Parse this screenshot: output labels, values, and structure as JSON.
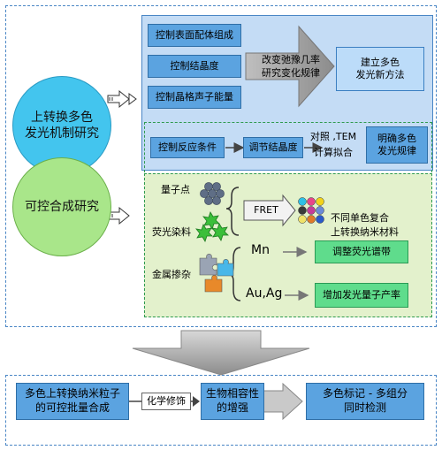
{
  "circles": {
    "top": "上转换多色\n发光机制研究",
    "bottom": "可控合成研究"
  },
  "blue_panel": {
    "item1": "控制表面配体组成",
    "item2": "控制结晶度",
    "item3": "控制晶格声子能量",
    "arrow_text": "改变弛豫几率\n研究变化规律",
    "result": "建立多色\n发光新方法",
    "row2_a": "控制反应条件",
    "row2_b": "调节结晶度",
    "row2_mid": "对照 ,TEM\n计算拟合",
    "row2_c": "明确多色\n发光规律"
  },
  "green_panel": {
    "qd": "量子点",
    "dye": "荧光染料",
    "fret": "FRET",
    "fret_result": "不同单色复合\n上转换纳米材料",
    "metal": "金属掺杂",
    "mn": "Mn",
    "mn_result": "调整荧光谱带",
    "au": "Au,Ag",
    "au_result": "增加发光量子产率"
  },
  "bottom_row": {
    "step1": "多色上转换纳米粒子\n的可控批量合成",
    "link": "化学修饰",
    "step2": "生物相容性\n的增强",
    "step3": "多色标记 - 多组分\n同时检测"
  },
  "colors": {
    "blue_panel_bg": "#c4dcf5",
    "green_panel_bg": "#e3f1cc",
    "circle_blue": "#43c5ee",
    "circle_green": "#a9e68a"
  }
}
